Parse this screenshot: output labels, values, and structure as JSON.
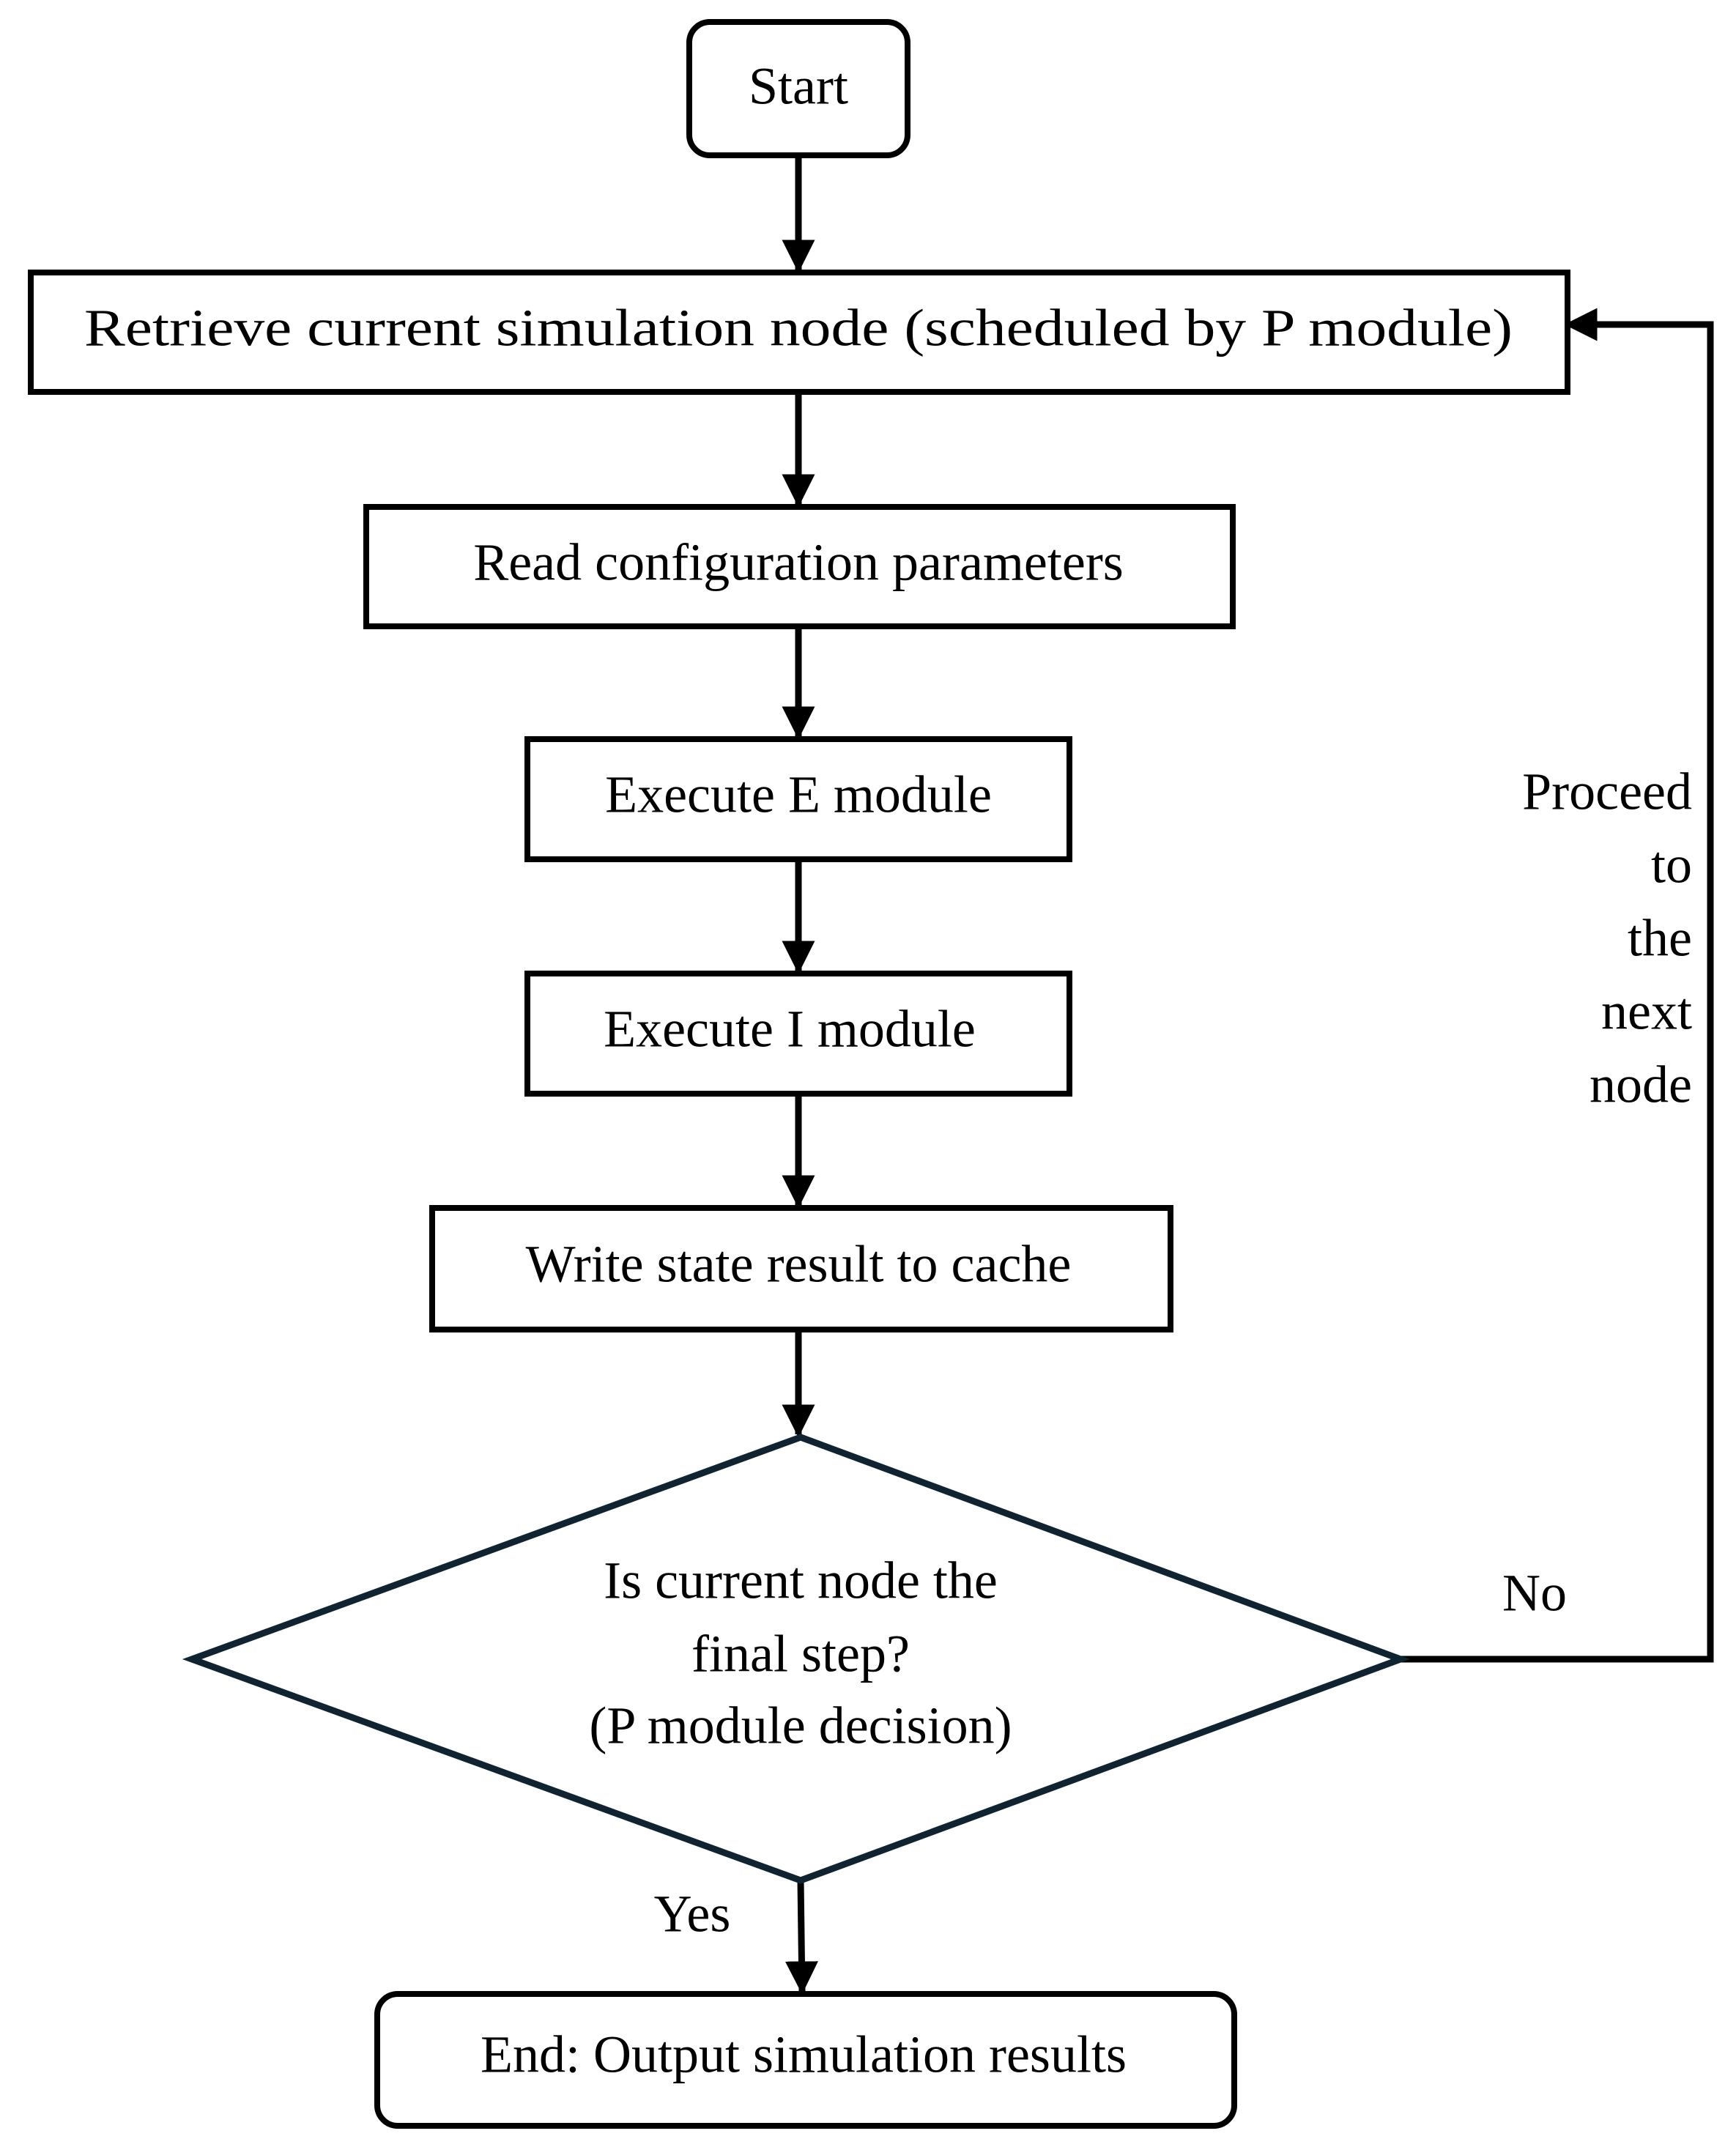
{
  "nodes": {
    "start": "Start",
    "retrieve": "Retrieve current simulation node (scheduled by P module)",
    "read_config": "Read configuration parameters",
    "execute_e": "Execute E module",
    "execute_i": "Execute I module",
    "write_state": "Write state result to cache",
    "decision": [
      "Is current node the",
      "final step?",
      "(P module decision)"
    ],
    "end": "End: Output simulation results"
  },
  "edge_labels": {
    "yes": "Yes",
    "no": "No",
    "loop": [
      "Proceed",
      "to",
      "the",
      "next",
      "node"
    ]
  },
  "colors": {
    "stroke": "#000000",
    "diamond_stroke": "#0f2430",
    "background": "#ffffff"
  }
}
